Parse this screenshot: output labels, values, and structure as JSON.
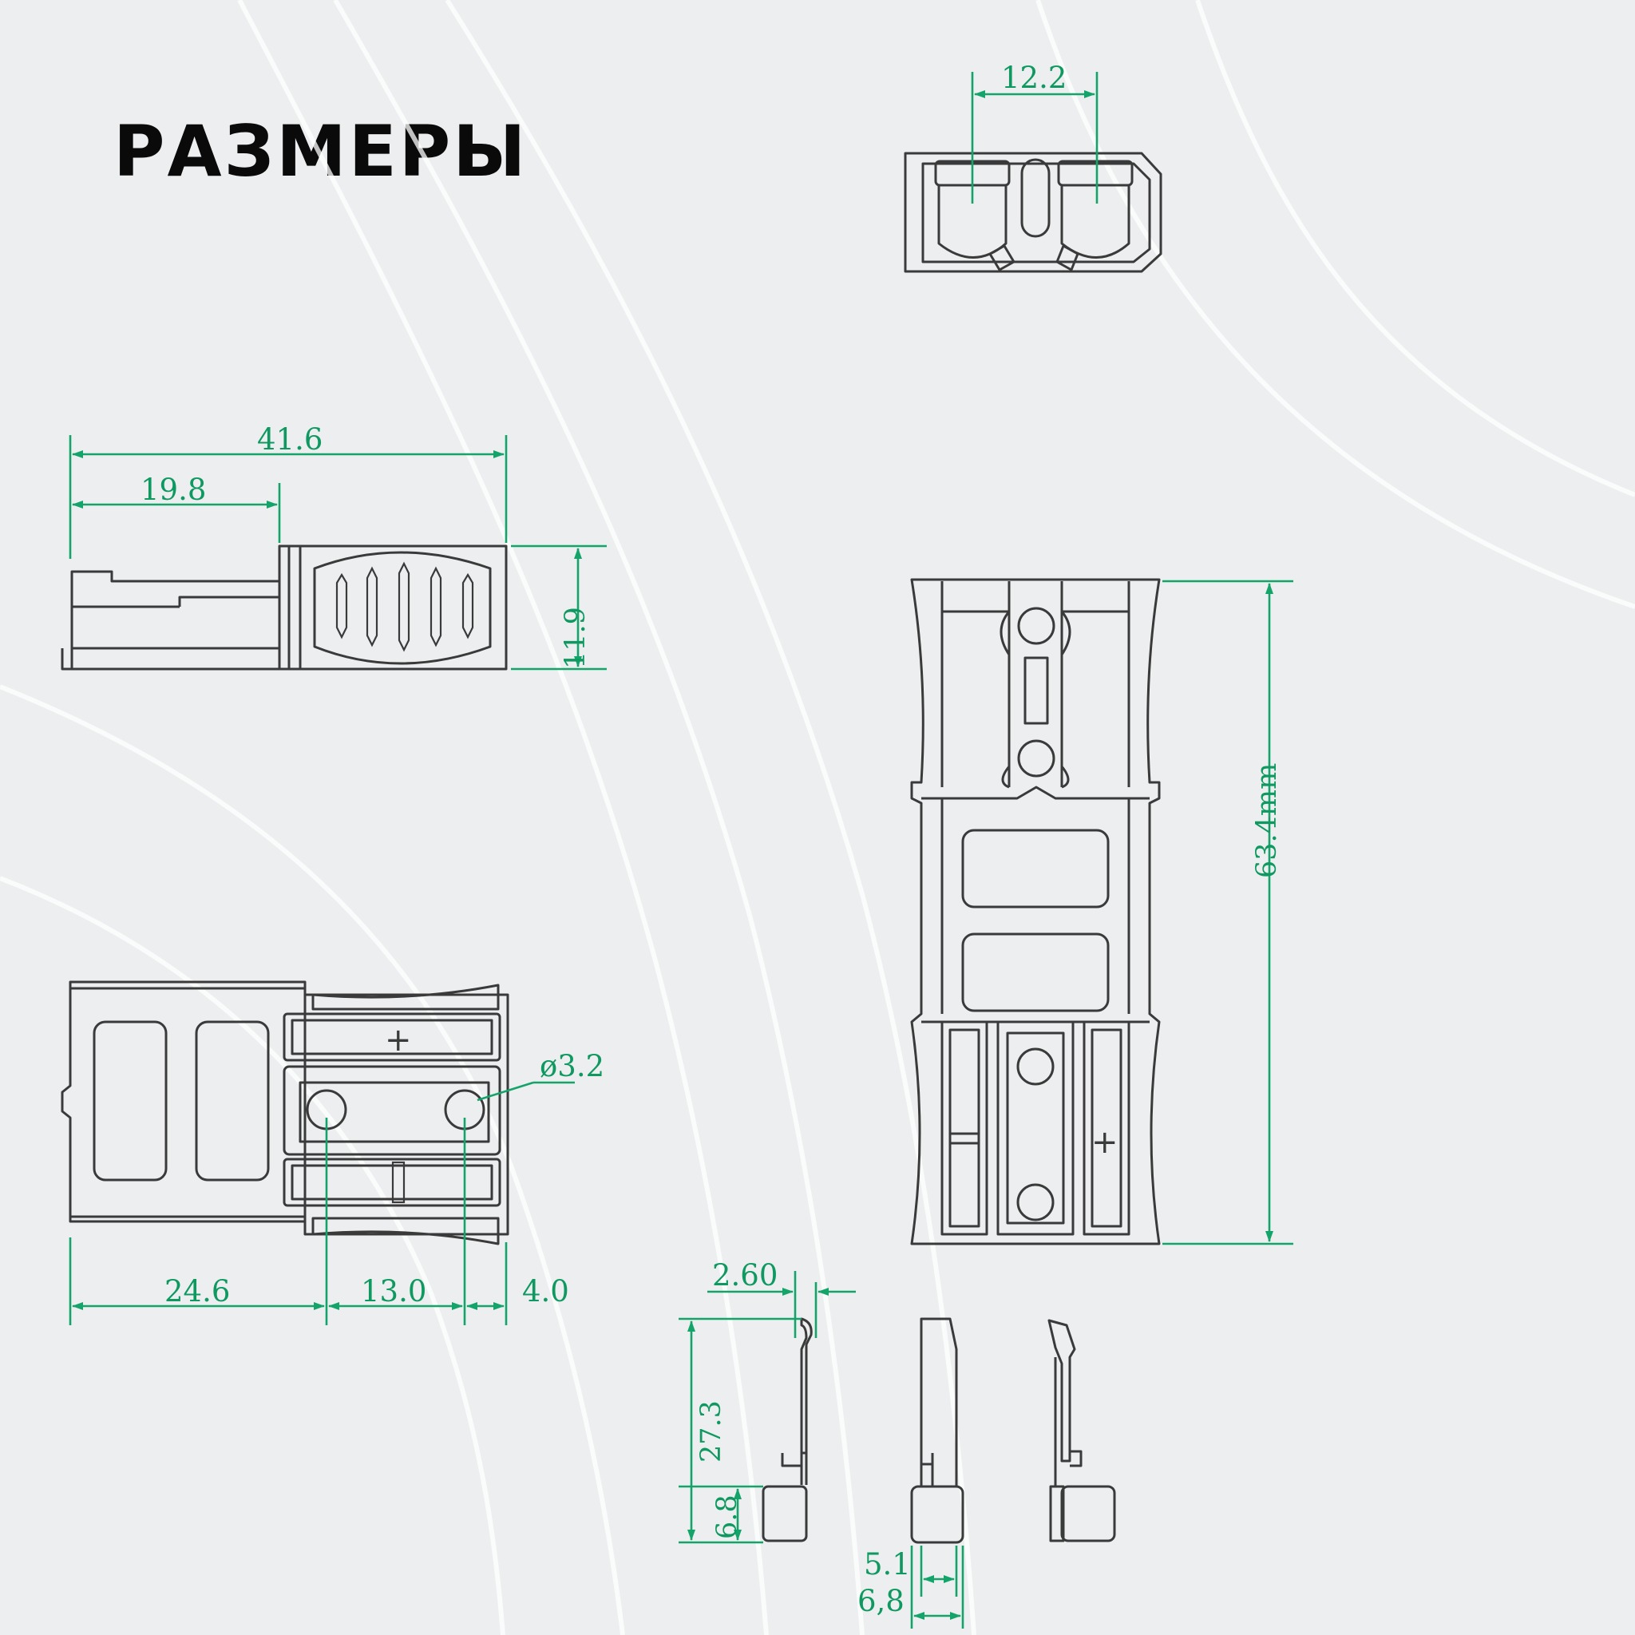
{
  "title": "РАЗМЕРЫ",
  "colors": {
    "dimension": "#14a46a",
    "outline": "#3a3a3a",
    "background": "#eceef0",
    "title": "#0a0a0a"
  },
  "dimensions": {
    "top_view_pitch": "12.2",
    "side_length": "41.6",
    "side_section": "19.8",
    "side_height": "11.9",
    "bottom_left": "24.6",
    "bottom_mid": "13.0",
    "bottom_right": "4.0",
    "hole_diameter": "ø3.2",
    "overall_length": "63.4mm",
    "contact_tip": "2.60",
    "contact_length": "27.3",
    "contact_foot": "6.8",
    "contact_width_inner": "5.1",
    "contact_width_outer": "6,8"
  },
  "polarity_marks": {
    "plus": "+"
  }
}
